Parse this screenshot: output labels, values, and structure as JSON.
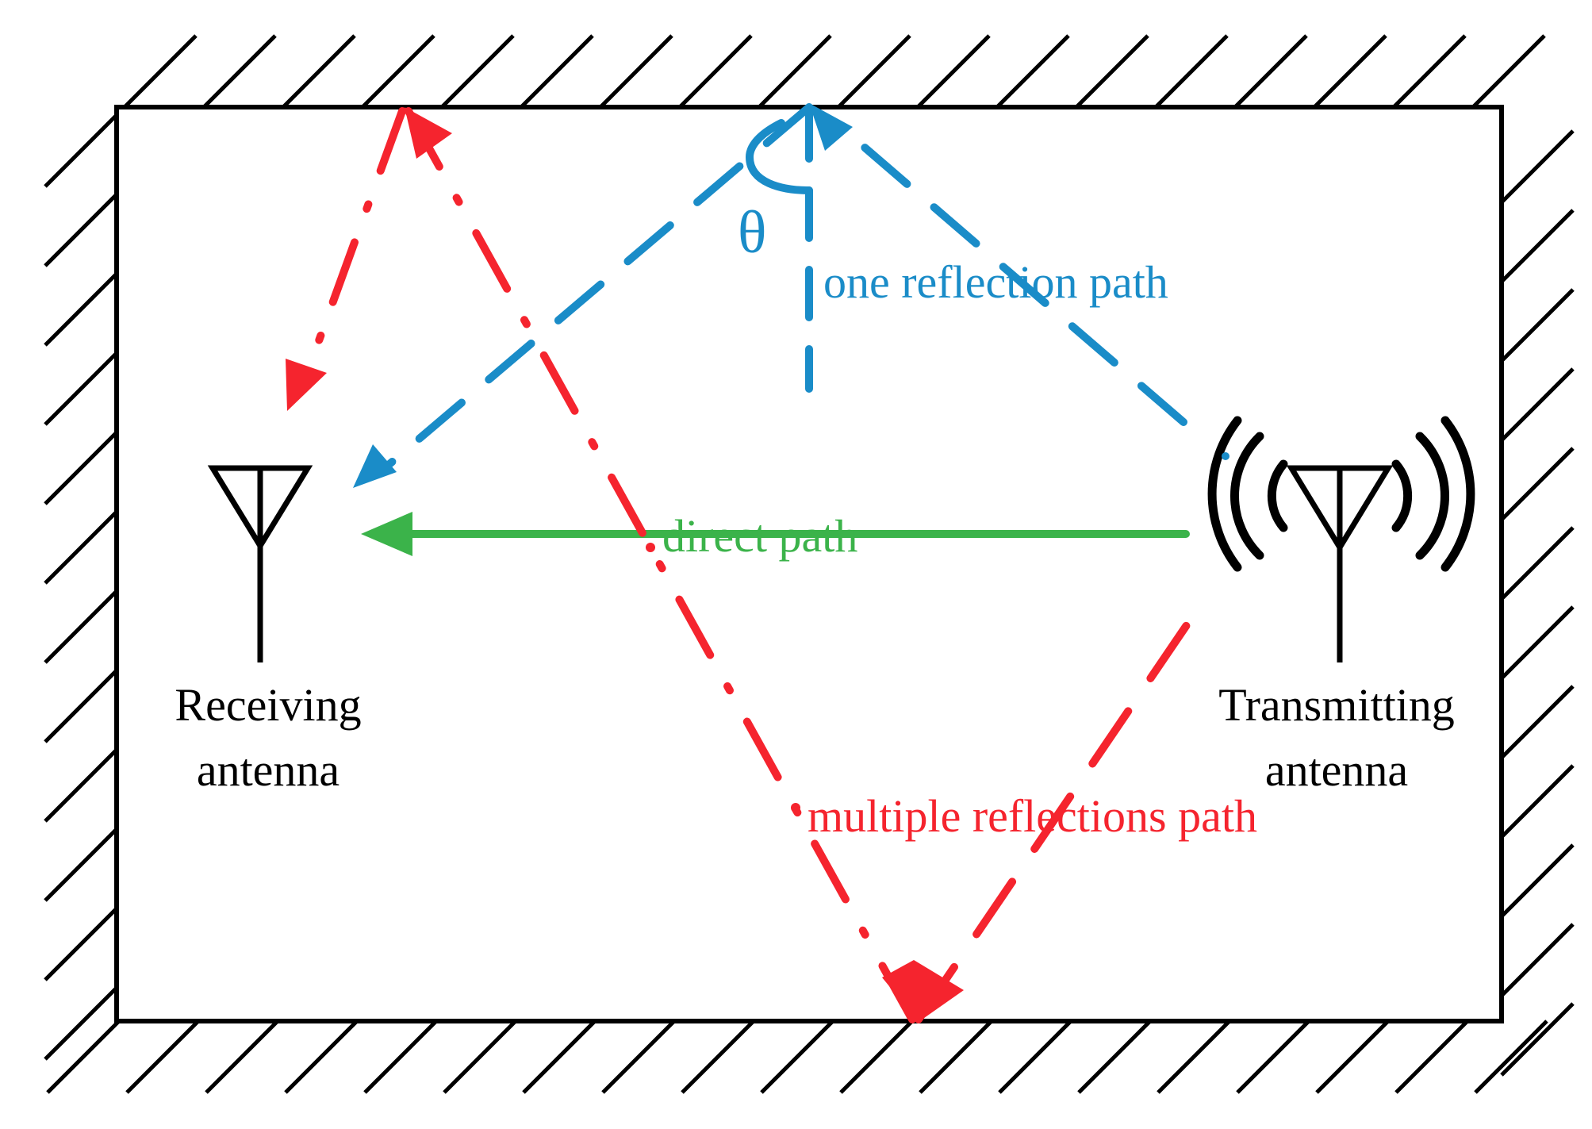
{
  "labels": {
    "receiving_line1": "Receiving",
    "receiving_line2": "antenna",
    "transmitting_line1": "Transmitting",
    "transmitting_line2": "antenna",
    "one_reflection": "one reflection path",
    "direct": "direct path",
    "multiple_reflections": "multiple reflections path",
    "theta": "θ"
  },
  "colors": {
    "wall": "#000000",
    "antenna": "#000000",
    "direct_path": "#3bb34a",
    "one_reflection_path": "#1a8cc8",
    "multiple_reflection_path": "#f5242e"
  }
}
